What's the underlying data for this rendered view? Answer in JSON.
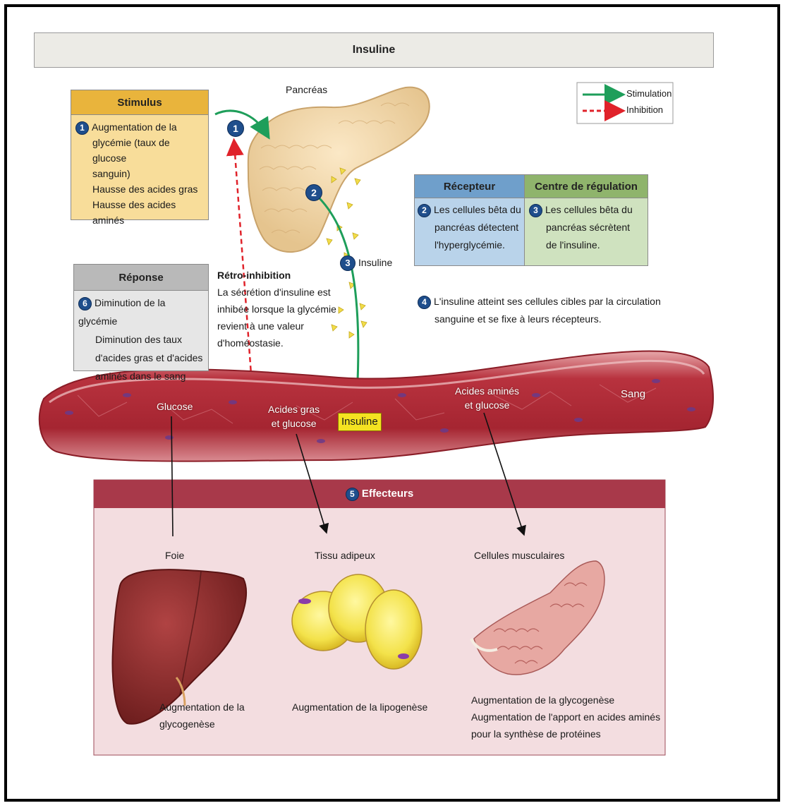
{
  "title": "Insuline",
  "legend": {
    "stimulation": "Stimulation",
    "inhibition": "Inhibition"
  },
  "pancreas_label": "Pancréas",
  "stimulus": {
    "header": "Stimulus",
    "badge": "1",
    "lines": [
      "Augmentation de la",
      "glycémie (taux de glucose",
      "sanguin)",
      "Hausse des acides gras",
      "Hausse des acides aminés"
    ]
  },
  "recepteur": {
    "header": "Récepteur",
    "badge": "2",
    "lines": [
      "Les cellules bêta du",
      "pancréas détectent",
      "l'hyperglycémie."
    ]
  },
  "centre": {
    "header": "Centre de régulation",
    "badge": "3",
    "lines": [
      "Les cellules bêta du",
      "pancréas sécrètent",
      "de l'insuline."
    ]
  },
  "step4": {
    "badge": "4",
    "lines": [
      "L'insuline atteint ses cellules cibles par la circulation",
      "sanguine et se fixe à leurs récepteurs."
    ]
  },
  "reponse": {
    "header": "Réponse",
    "badge": "6",
    "lines": [
      "Diminution de la glycémie",
      "Diminution des taux",
      "d'acides gras et d'acides",
      "aminés dans le sang"
    ]
  },
  "retro": {
    "title": "Rétro-inhibition",
    "lines": [
      "La sécrétion d'insuline est",
      "inhibée lorsque la glycémie",
      "revient à une valeur",
      "d'homéostasie."
    ]
  },
  "markers": {
    "pancreas_1": "1",
    "pancreas_2": "2",
    "insuline_3": "3",
    "insuline_label": "Insuline"
  },
  "vessel": {
    "glucose": "Glucose",
    "acides_gras": [
      "Acides gras",
      "et glucose"
    ],
    "insuline": "Insuline",
    "acides_amines": [
      "Acides aminés",
      "et glucose"
    ],
    "sang": "Sang"
  },
  "effecteurs": {
    "badge": "5",
    "header": "Effecteurs",
    "foie": {
      "label": "Foie",
      "desc": [
        "Augmentation de la",
        "glycogenèse"
      ]
    },
    "adipeux": {
      "label": "Tissu adipeux",
      "desc": [
        "Augmentation de la lipogenèse"
      ]
    },
    "muscle": {
      "label": "Cellules musculaires",
      "desc": [
        "Augmentation de la glycogenèse",
        "Augmentation de l'apport en acides aminés",
        "pour la synthèse de protéines"
      ]
    }
  },
  "colors": {
    "stimulation": "#1e9e5a",
    "inhibition": "#e0222a",
    "stimulus_bg": "#f8dd9a",
    "stimulus_head": "#e9b43c",
    "recepteur_bg": "#b9d3ea",
    "recepteur_head": "#6f9fcb",
    "centre_bg": "#cfe2bf",
    "centre_head": "#8fb46c",
    "reponse_bg": "#e6e6e6",
    "reponse_head": "#b9b9b9",
    "effecteurs_head": "#a8394a",
    "effecteurs_bg": "#f3dde0"
  }
}
